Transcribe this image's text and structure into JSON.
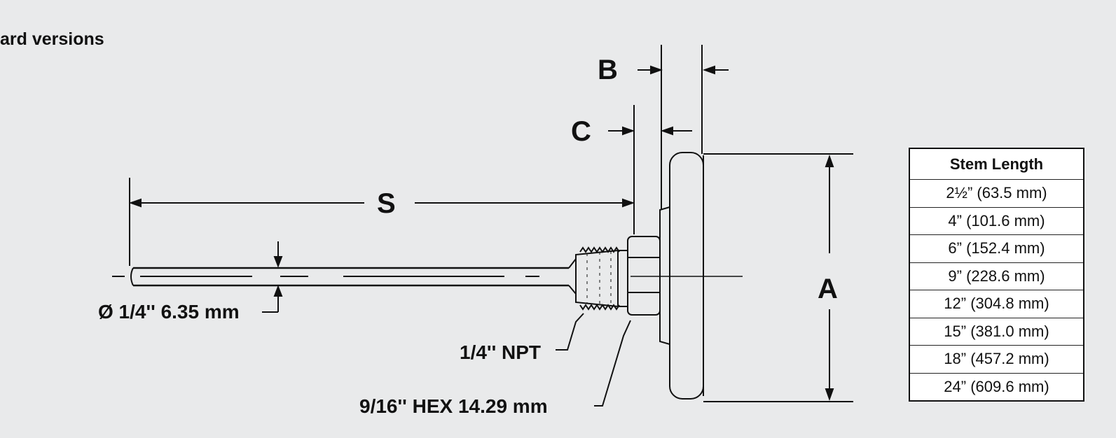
{
  "heading": "ard versions",
  "dimensions": {
    "B": "B",
    "C": "C",
    "S": "S",
    "A": "A"
  },
  "callouts": {
    "diameter": "Ø 1/4'' 6.35 mm",
    "npt": "1/4'' NPT",
    "hex": "9/16'' HEX 14.29 mm"
  },
  "table": {
    "header": "Stem Length",
    "rows": [
      "2½” (63.5 mm)",
      "4” (101.6 mm)",
      "6” (152.4 mm)",
      "9” (228.6 mm)",
      "12” (304.8 mm)",
      "15” (381.0 mm)",
      "18” (457.2 mm)",
      "24” (609.6 mm)"
    ]
  }
}
